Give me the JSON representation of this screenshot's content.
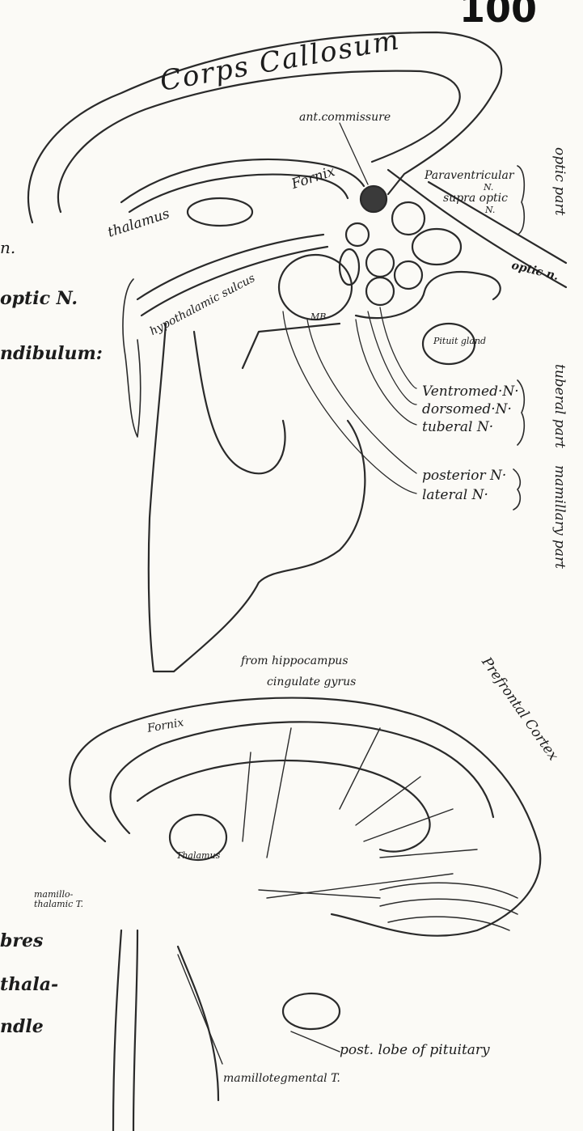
{
  "page_number": "100",
  "top_figure": {
    "title_structure": "Corps Callosum",
    "labels": {
      "ant_commissure": "ant.commissure",
      "fornix": "Fornix",
      "thalamus": "thalamus",
      "hypothalamic_sulcus": "hypothalamic sulcus",
      "paraventricular": "Paraventricular",
      "paraventricular_n": "N.",
      "supra_optic": "supra optic",
      "supra_optic_n": "N.",
      "optic_part": "optic part",
      "optic_n": "optic n.",
      "pituit_gland": "Pituit gland",
      "mb": "MB",
      "ventromed": "Ventromed·N·",
      "dorsomed": "dorsomed·N·",
      "tuberal_n": "tuberal N·",
      "tuberal_part": "tuberal part",
      "posterior": "posterior N·",
      "lateral": "lateral N·",
      "mamillary_part": "mamillary part",
      "left_optic": "optic N.",
      "left_infundibulum": "ndibulum:",
      "left_na": "n."
    }
  },
  "bottom_figure": {
    "labels": {
      "from_hippocampus": "from hippocampus",
      "cingulate_gyrus": "cingulate gyrus",
      "prefrontal_cortex": "Prefrontal Cortex",
      "fornix": "Fornix",
      "thalamus": "Thalamus",
      "mamillo_thalamic": "mamillo-thalamic T.",
      "left_fibres": "bres",
      "left_thala": "thala-",
      "left_ndle": "ndle",
      "post_lobe": "post. lobe of pituitary",
      "mamillotegmental": "mamillotegmental T."
    }
  }
}
